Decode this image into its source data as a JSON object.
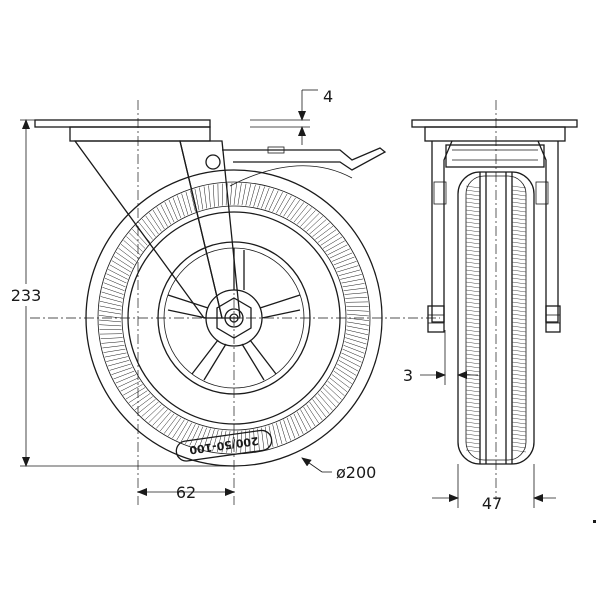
{
  "dimensions": {
    "height": "233",
    "plate_thickness": "4",
    "offset": "62",
    "wheel_diameter": "ø200",
    "wheel_width": "47",
    "side_gap": "3"
  },
  "tire_marking": "200/50-100"
}
